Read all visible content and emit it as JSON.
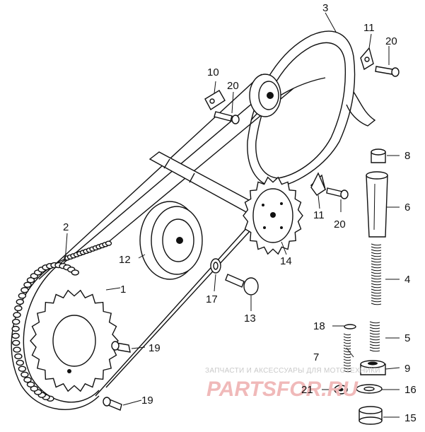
{
  "callouts": {
    "c1": "1",
    "c2": "2",
    "c3": "3",
    "c4": "4",
    "c5": "5",
    "c6": "6",
    "c7": "7",
    "c8": "8",
    "c9": "9",
    "c10": "10",
    "c11a": "11",
    "c11b": "11",
    "c12": "12",
    "c13": "13",
    "c14": "14",
    "c15": "15",
    "c16": "16",
    "c17": "17",
    "c18": "18",
    "c19a": "19",
    "c19b": "19",
    "c20a": "20",
    "c20b": "20",
    "c20c": "20",
    "c21": "21"
  },
  "watermark": {
    "caption": "ЗАПЧАСТИ И АКСЕССУАРЫ ДЛЯ МОТОТЕХНИКИ",
    "logo": "PARTSFOR.RU"
  },
  "colors": {
    "line": "#111111",
    "watermark_caption": "#c9c9c9",
    "watermark_logo": "#f0b9b9"
  }
}
